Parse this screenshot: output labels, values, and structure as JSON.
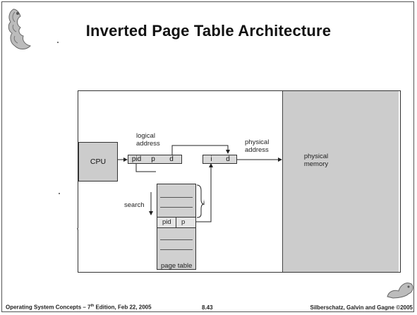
{
  "slide": {
    "title": "Inverted Page Table Architecture",
    "footer_left": "Operating System Concepts – 7",
    "footer_left_sup": "th",
    "footer_left_rest": " Edition, Feb 22, 2005",
    "footer_center": "8.43",
    "footer_right": "Silberschatz, Galvin and Gagne ©2005"
  },
  "diagram": {
    "cpu_label": "CPU",
    "logical_address_label_1": "logical",
    "logical_address_label_2": "address",
    "logical_fields": [
      "pid",
      "p",
      "d"
    ],
    "physical_fields": [
      "i",
      "d"
    ],
    "physical_address_label_1": "physical",
    "physical_address_label_2": "address",
    "physical_memory_label_1": "physical",
    "physical_memory_label_2": "memory",
    "search_label": "search",
    "index_label": "i",
    "page_table_fields": [
      "pid",
      "p"
    ],
    "page_table_label": "page table"
  },
  "colors": {
    "box_fill": "#d9d9d9",
    "memory_fill": "#cccccc",
    "line": "#333333"
  }
}
